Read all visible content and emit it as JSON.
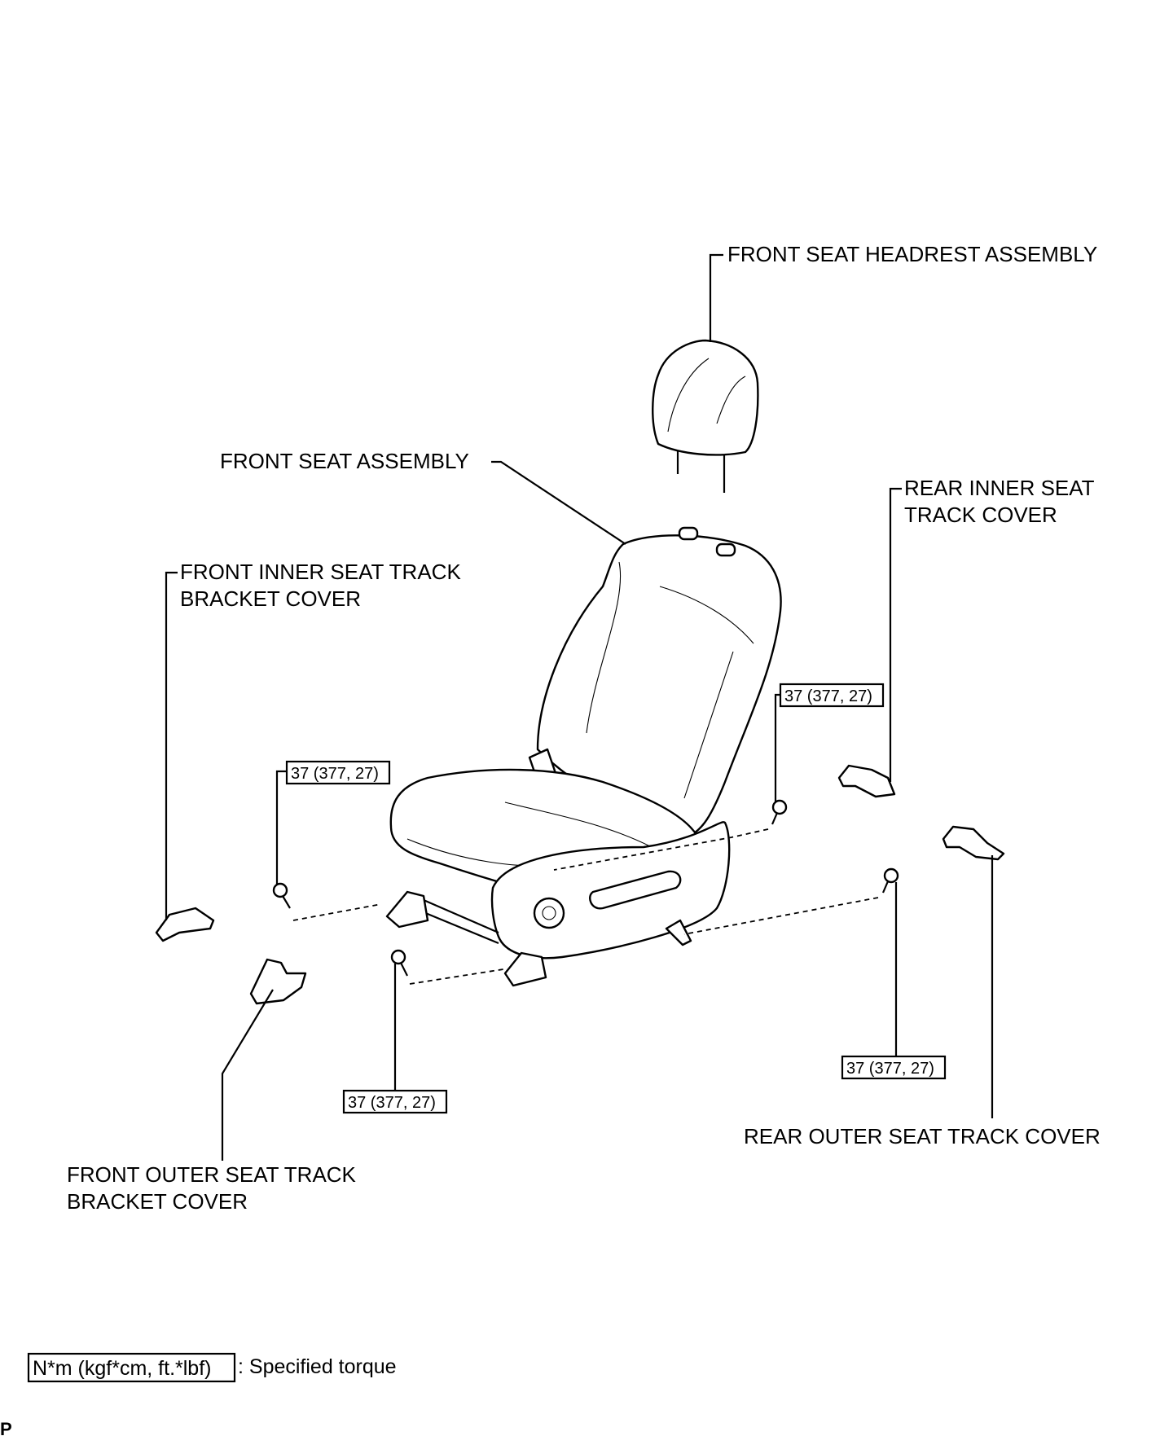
{
  "labels": {
    "headrest": "FRONT SEAT HEADREST ASSEMBLY",
    "seat_assembly": "FRONT SEAT ASSEMBLY",
    "rear_inner_l1": "REAR INNER SEAT",
    "rear_inner_l2": "TRACK COVER",
    "front_inner_l1": "FRONT INNER SEAT TRACK",
    "front_inner_l2": "BRACKET COVER",
    "rear_outer": "REAR OUTER SEAT TRACK COVER",
    "front_outer_l1": "FRONT OUTER SEAT TRACK",
    "front_outer_l2": "BRACKET COVER"
  },
  "torques": {
    "left_upper": "37 (377, 27)",
    "right_upper": "37 (377, 27)",
    "left_lower": "37 (377, 27)",
    "right_lower": "37 (377, 27)"
  },
  "legend": {
    "unit": "N*m (kgf*cm, ft.*lbf)",
    "text": ": Specified torque"
  },
  "corner_mark": "P"
}
